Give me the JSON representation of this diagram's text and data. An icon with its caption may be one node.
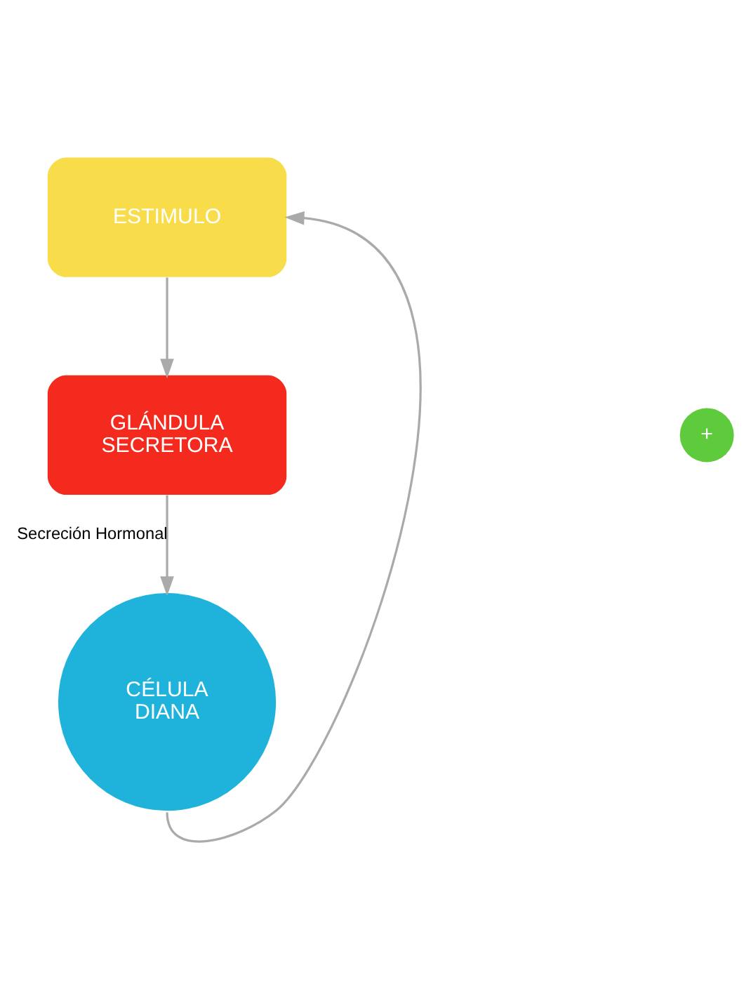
{
  "diagram": {
    "nodes": [
      {
        "text": [
          "ESTIMULO"
        ]
      },
      {
        "text": [
          "GLÁNDULA SECRETORA"
        ]
      },
      {
        "text": [
          "CÉLULA DIANA"
        ]
      },
      {
        "text": [
          "+"
        ]
      }
    ],
    "edges": [
      {
        "from": 0,
        "to": 1,
        "arrow": "to"
      },
      {
        "from": 1,
        "to": 2,
        "arrow": "to",
        "label": "Secreción Hormonal"
      },
      {
        "from": 2,
        "to": 0,
        "arrow": "to"
      }
    ]
  }
}
